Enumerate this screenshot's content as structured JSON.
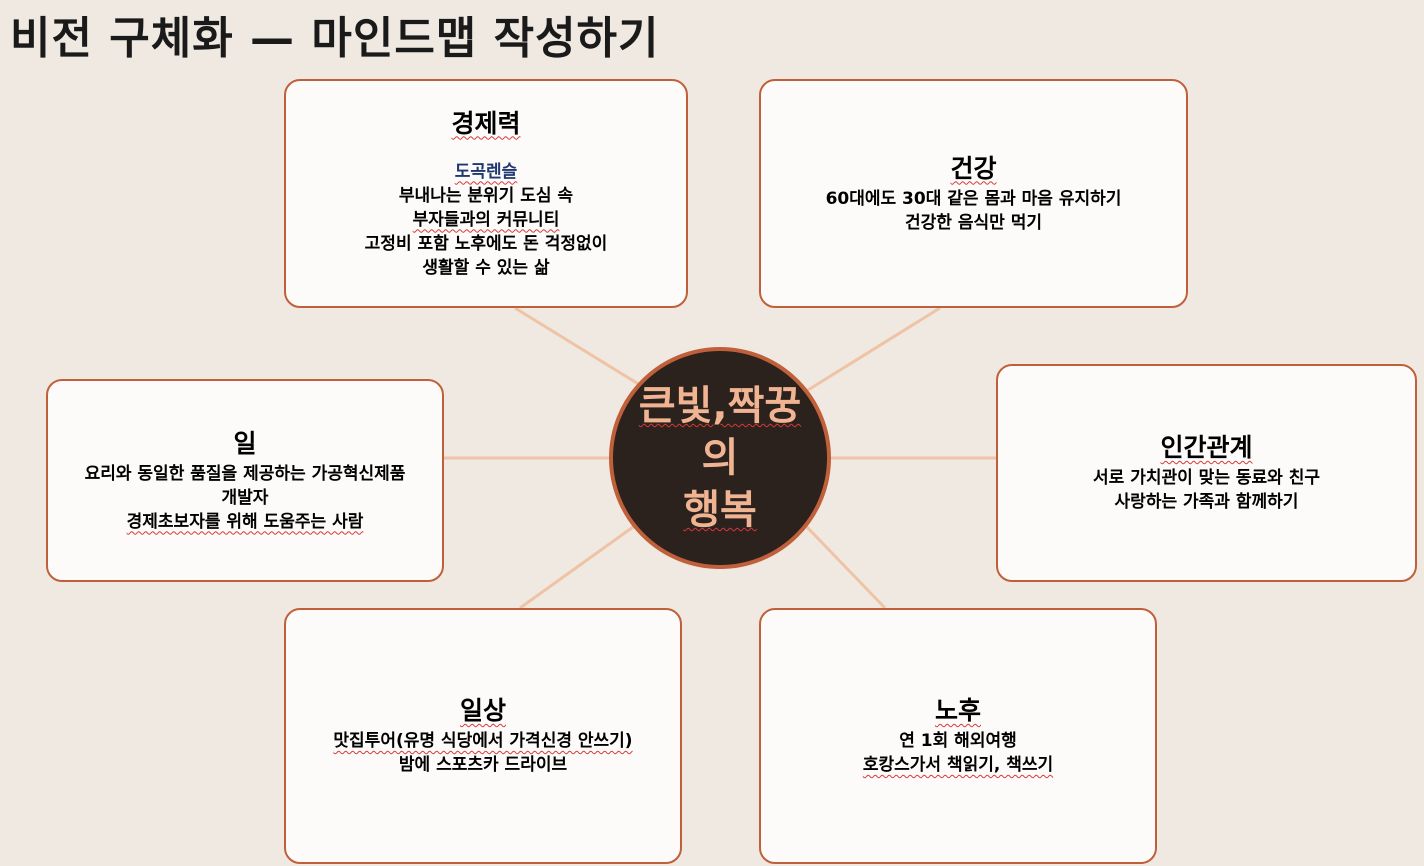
{
  "page": {
    "title": "비전 구체화 — 마인드맵 작성하기"
  },
  "center": {
    "lines": [
      "큰빛,짝꿍",
      "의",
      "행복"
    ]
  },
  "nodes": {
    "wealth": {
      "title": "경제력",
      "subtitle": "도곡렌슬",
      "lines": [
        "부내나는 분위기 도심 속",
        "부자들과의 커뮤니티",
        "고정비 포함 노후에도 돈 걱정없이",
        "생활할 수 있는 삶"
      ]
    },
    "health": {
      "title": "건강",
      "lines": [
        "60대에도 30대 같은 몸과 마음 유지하기",
        "건강한 음식만 먹기"
      ]
    },
    "work": {
      "title": "일",
      "lines": [
        "요리와 동일한 품질을 제공하는 가공혁신제품",
        "개발자",
        "경제초보자를 위해 도움주는 사람"
      ]
    },
    "relationships": {
      "title": "인간관계",
      "lines": [
        "서로 가치관이 맞는 동료와 친구",
        "사랑하는 가족과 함께하기"
      ]
    },
    "daily": {
      "title": "일상",
      "lines": [
        "맛집투어(유명 식당에서 가격신경 안쓰기)",
        "밤에 스포츠카 드라이브"
      ]
    },
    "retirement": {
      "title": "노후",
      "lines": [
        "연 1회 해외여행",
        "호캉스가서 책읽기, 책쓰기"
      ]
    }
  },
  "colors": {
    "background": "#efe9e2",
    "node_border": "#c0603a",
    "connector": "#efc3a6",
    "center_fill": "#2b211d",
    "center_text": "#f0b493",
    "accent_text": "#1f3870"
  }
}
